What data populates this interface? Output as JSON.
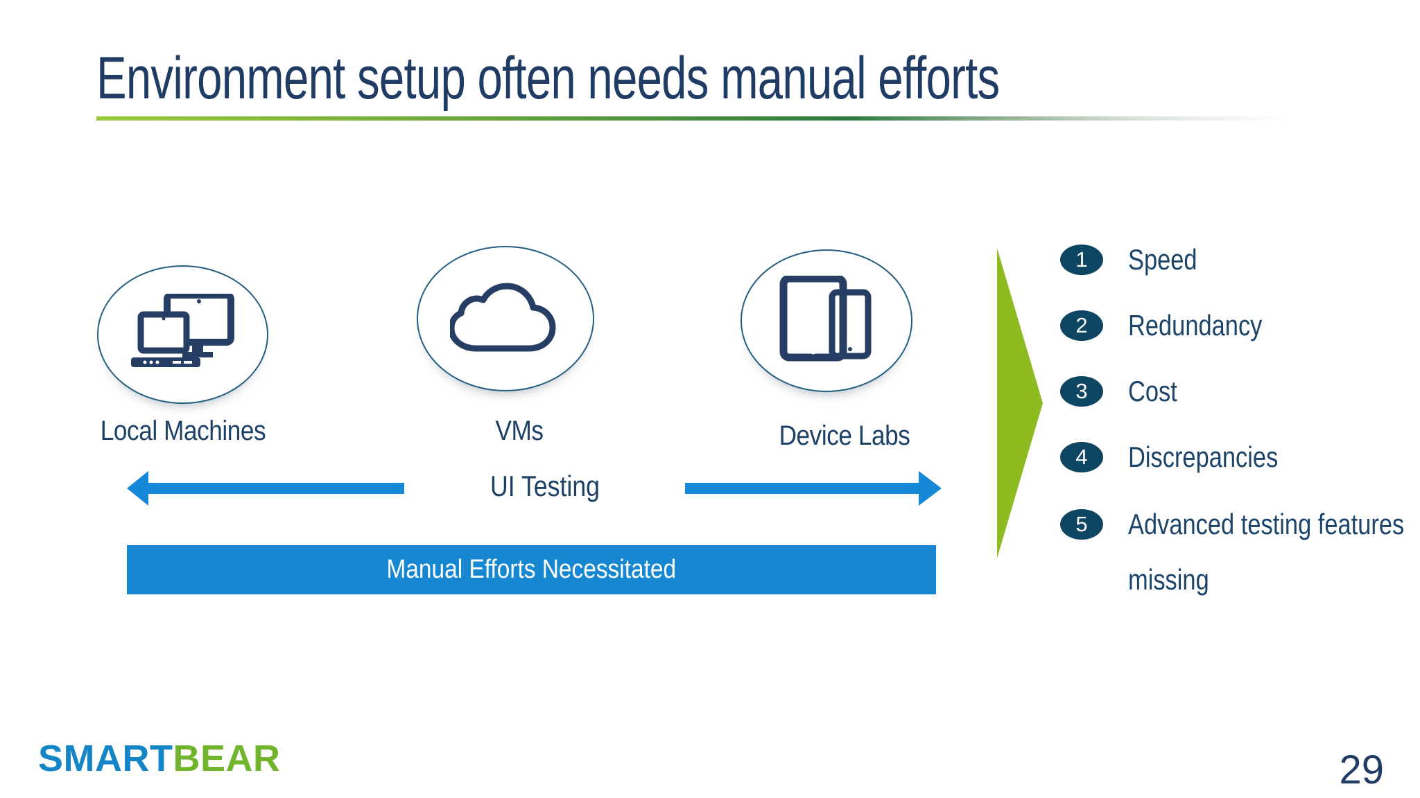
{
  "slide": {
    "title": "Environment setup often needs manual efforts",
    "page_number": "29"
  },
  "logo": {
    "part1": "SMART",
    "part2": "BEAR"
  },
  "machines": [
    {
      "label": "Local Machines",
      "icon": "desktop-laptop-icon"
    },
    {
      "label": "VMs",
      "icon": "cloud-icon"
    },
    {
      "label": "Device Labs",
      "icon": "tablets-icon"
    }
  ],
  "flow": {
    "center_label": "UI Testing",
    "banner_label": "Manual Efforts Necessitated",
    "left_arrow_icon": "arrow-left-icon",
    "right_arrow_icon": "arrow-right-icon",
    "merge_icon": "green-arrow-right-icon"
  },
  "benefits": {
    "items": [
      {
        "number": "1",
        "label": "Speed"
      },
      {
        "number": "2",
        "label": "Redundancy"
      },
      {
        "number": "3",
        "label": "Cost"
      },
      {
        "number": "4",
        "label": "Discrepancies"
      },
      {
        "number": "5",
        "label": "Advanced testing features missing"
      }
    ]
  },
  "colors": {
    "title_navy": "#203b64",
    "body_navy": "#1c4468",
    "icon_navy": "#263e63",
    "circle_border": "#235e80",
    "arrow_blue": "#1688d8",
    "banner_blue": "#1787d2",
    "green_arrow": "#8dbb20",
    "badge_navy": "#0e4563",
    "logo_blue": "#1486c8",
    "logo_green": "#70b52b"
  }
}
